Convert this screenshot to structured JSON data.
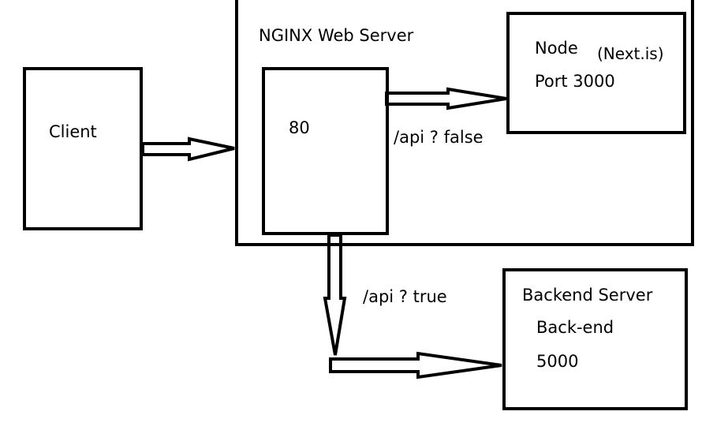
{
  "nodes": {
    "client": {
      "label": "Client"
    },
    "nginx": {
      "title": "NGINX Web Server",
      "port_label": "80"
    },
    "next_server": {
      "name": "Node",
      "framework": "(Next.is)",
      "port": "Port 3000"
    },
    "backend_server": {
      "title": "Backend Server",
      "subtitle": "Back-end",
      "port": "5000"
    }
  },
  "edges": {
    "client_to_nginx": {
      "label": ""
    },
    "nginx_to_next": {
      "label": "/api ? false"
    },
    "nginx_to_backend": {
      "label": "/api ? true"
    }
  },
  "colors": {
    "stroke": "#000000",
    "background": "#ffffff"
  }
}
